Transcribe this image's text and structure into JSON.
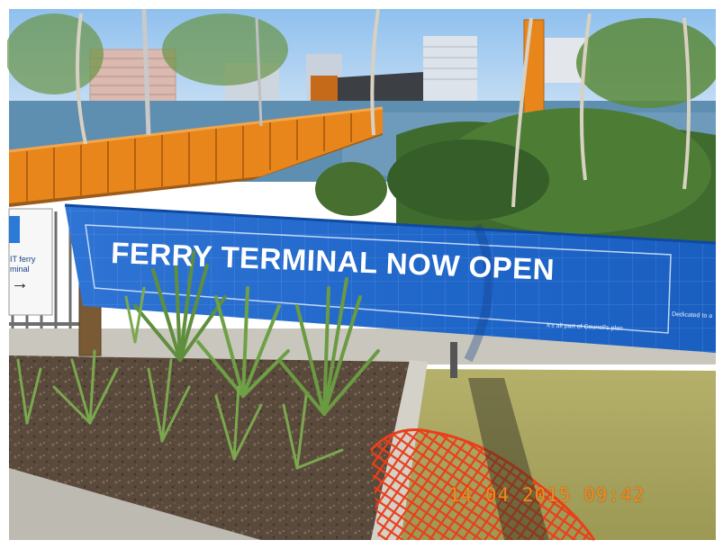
{
  "banner": {
    "headline": "FERRY TERMINAL NOW OPEN",
    "tagline": "It's all part of Council's plan",
    "side_text": "Dedicated to a"
  },
  "sign": {
    "line1": "IT ferry",
    "line2": "minal",
    "arrow": "→"
  },
  "timestamp": "14 04 2015  09:42",
  "colors": {
    "banner_blue": "#1e6ed6",
    "bridge_orange": "#e8861c",
    "safety_fence_orange": "#e8401a",
    "sky": "#a9cdf0",
    "timestamp_orange": "#f08a1c"
  }
}
